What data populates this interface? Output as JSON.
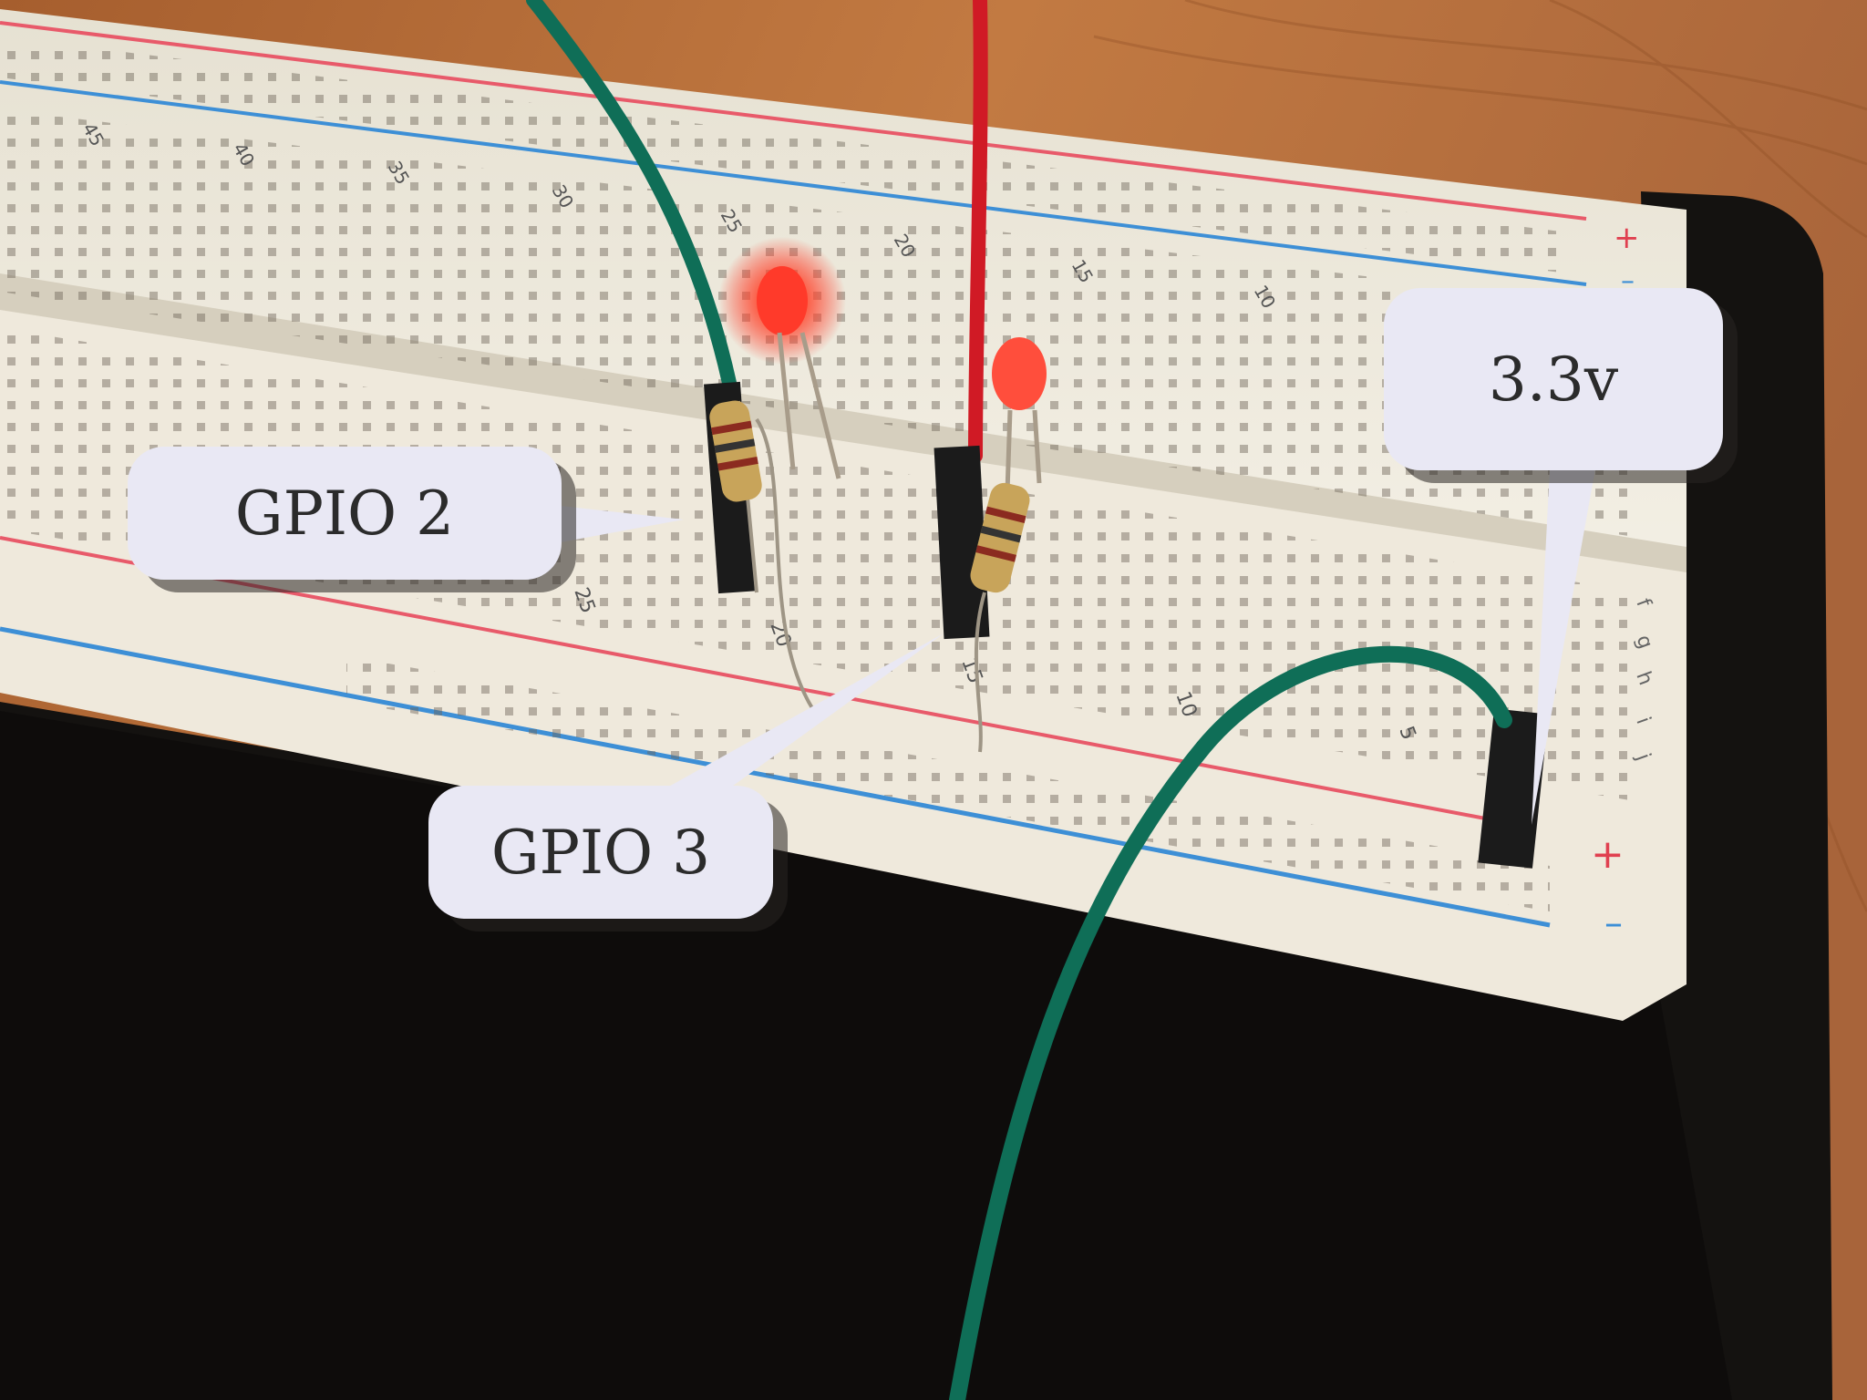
{
  "callouts": {
    "gpio2": {
      "label": "GPIO 2"
    },
    "gpio3": {
      "label": "GPIO 3"
    },
    "v33": {
      "label": "3.3v"
    }
  },
  "board_row_numbers_top": [
    "45",
    "40",
    "35",
    "30",
    "25",
    "20",
    "15",
    "10"
  ],
  "board_row_numbers_bottom": [
    "25",
    "20",
    "15",
    "10",
    "5"
  ],
  "board_column_letters": [
    "f",
    "g",
    "h",
    "i",
    "j"
  ],
  "rail_signs": {
    "plus": "+",
    "minus": "–"
  },
  "colors": {
    "table_wood": "#b06a35",
    "breadboard": "#ece6d7",
    "rail_red": "#e85a6a",
    "rail_blue": "#3d8fd6",
    "wire_green": "#0f6e57",
    "wire_red": "#d01a25",
    "led_red": "#ff3a2a",
    "callout_bg": "#e9e8f4"
  }
}
